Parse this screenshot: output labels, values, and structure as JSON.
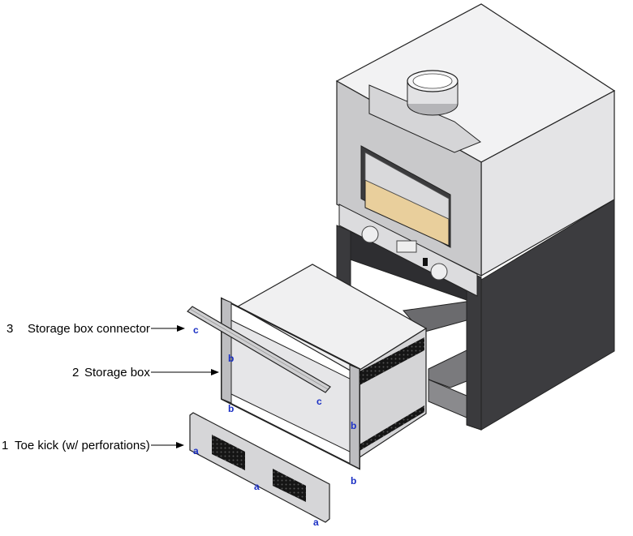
{
  "callouts": [
    {
      "number": "3",
      "label": "Storage box connector"
    },
    {
      "number": "2",
      "label": "Storage box"
    },
    {
      "number": "1",
      "label": "Toe kick (w/ perforations)"
    }
  ],
  "letters": {
    "connector_left": "c",
    "connector_right": "c",
    "box_top_left": "b",
    "box_bottom_left": "b",
    "box_right_mid": "b",
    "box_bottom_right": "b",
    "toe_left": "a",
    "toe_mid": "a",
    "toe_right": "a"
  },
  "colors": {
    "letter": "#1a2fc4",
    "outline": "#222222",
    "oven_face": "#c9c9cb",
    "oven_side": "#e4e4e6",
    "oven_top": "#f2f2f3",
    "stand_dark": "#3c3c3f",
    "oven_window": "#e9cf9c",
    "box_light": "#f0f0f1",
    "box_mid": "#d4d4d6",
    "perforation": "#151515"
  }
}
